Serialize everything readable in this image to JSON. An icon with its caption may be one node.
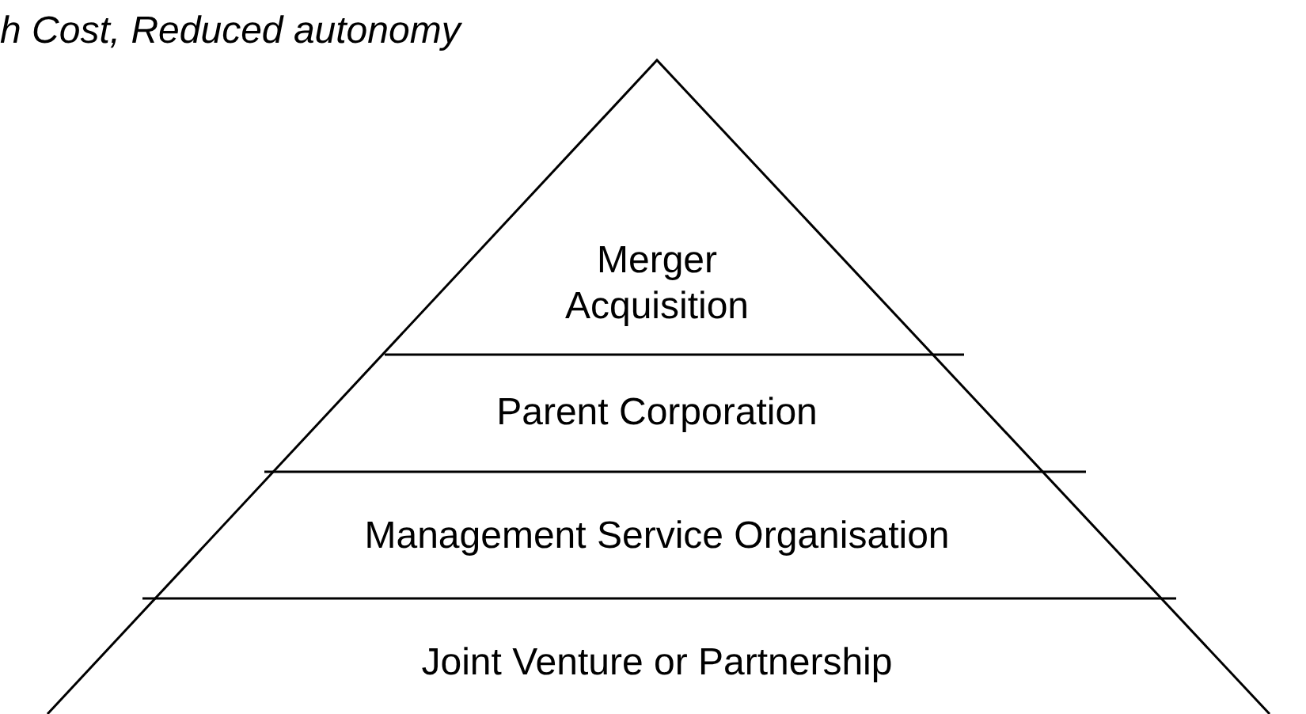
{
  "diagram": {
    "nodes": [
      {
        "text": [
          "Merger Acquisition"
        ]
      },
      {
        "text": [
          "Parent Corporation"
        ]
      },
      {
        "text": [
          "Management Service Organisation"
        ]
      },
      {
        "text": [
          "Joint Venture or Partnership"
        ]
      }
    ],
    "labels": [
      "h Cost, Reduced autonomy"
    ]
  }
}
